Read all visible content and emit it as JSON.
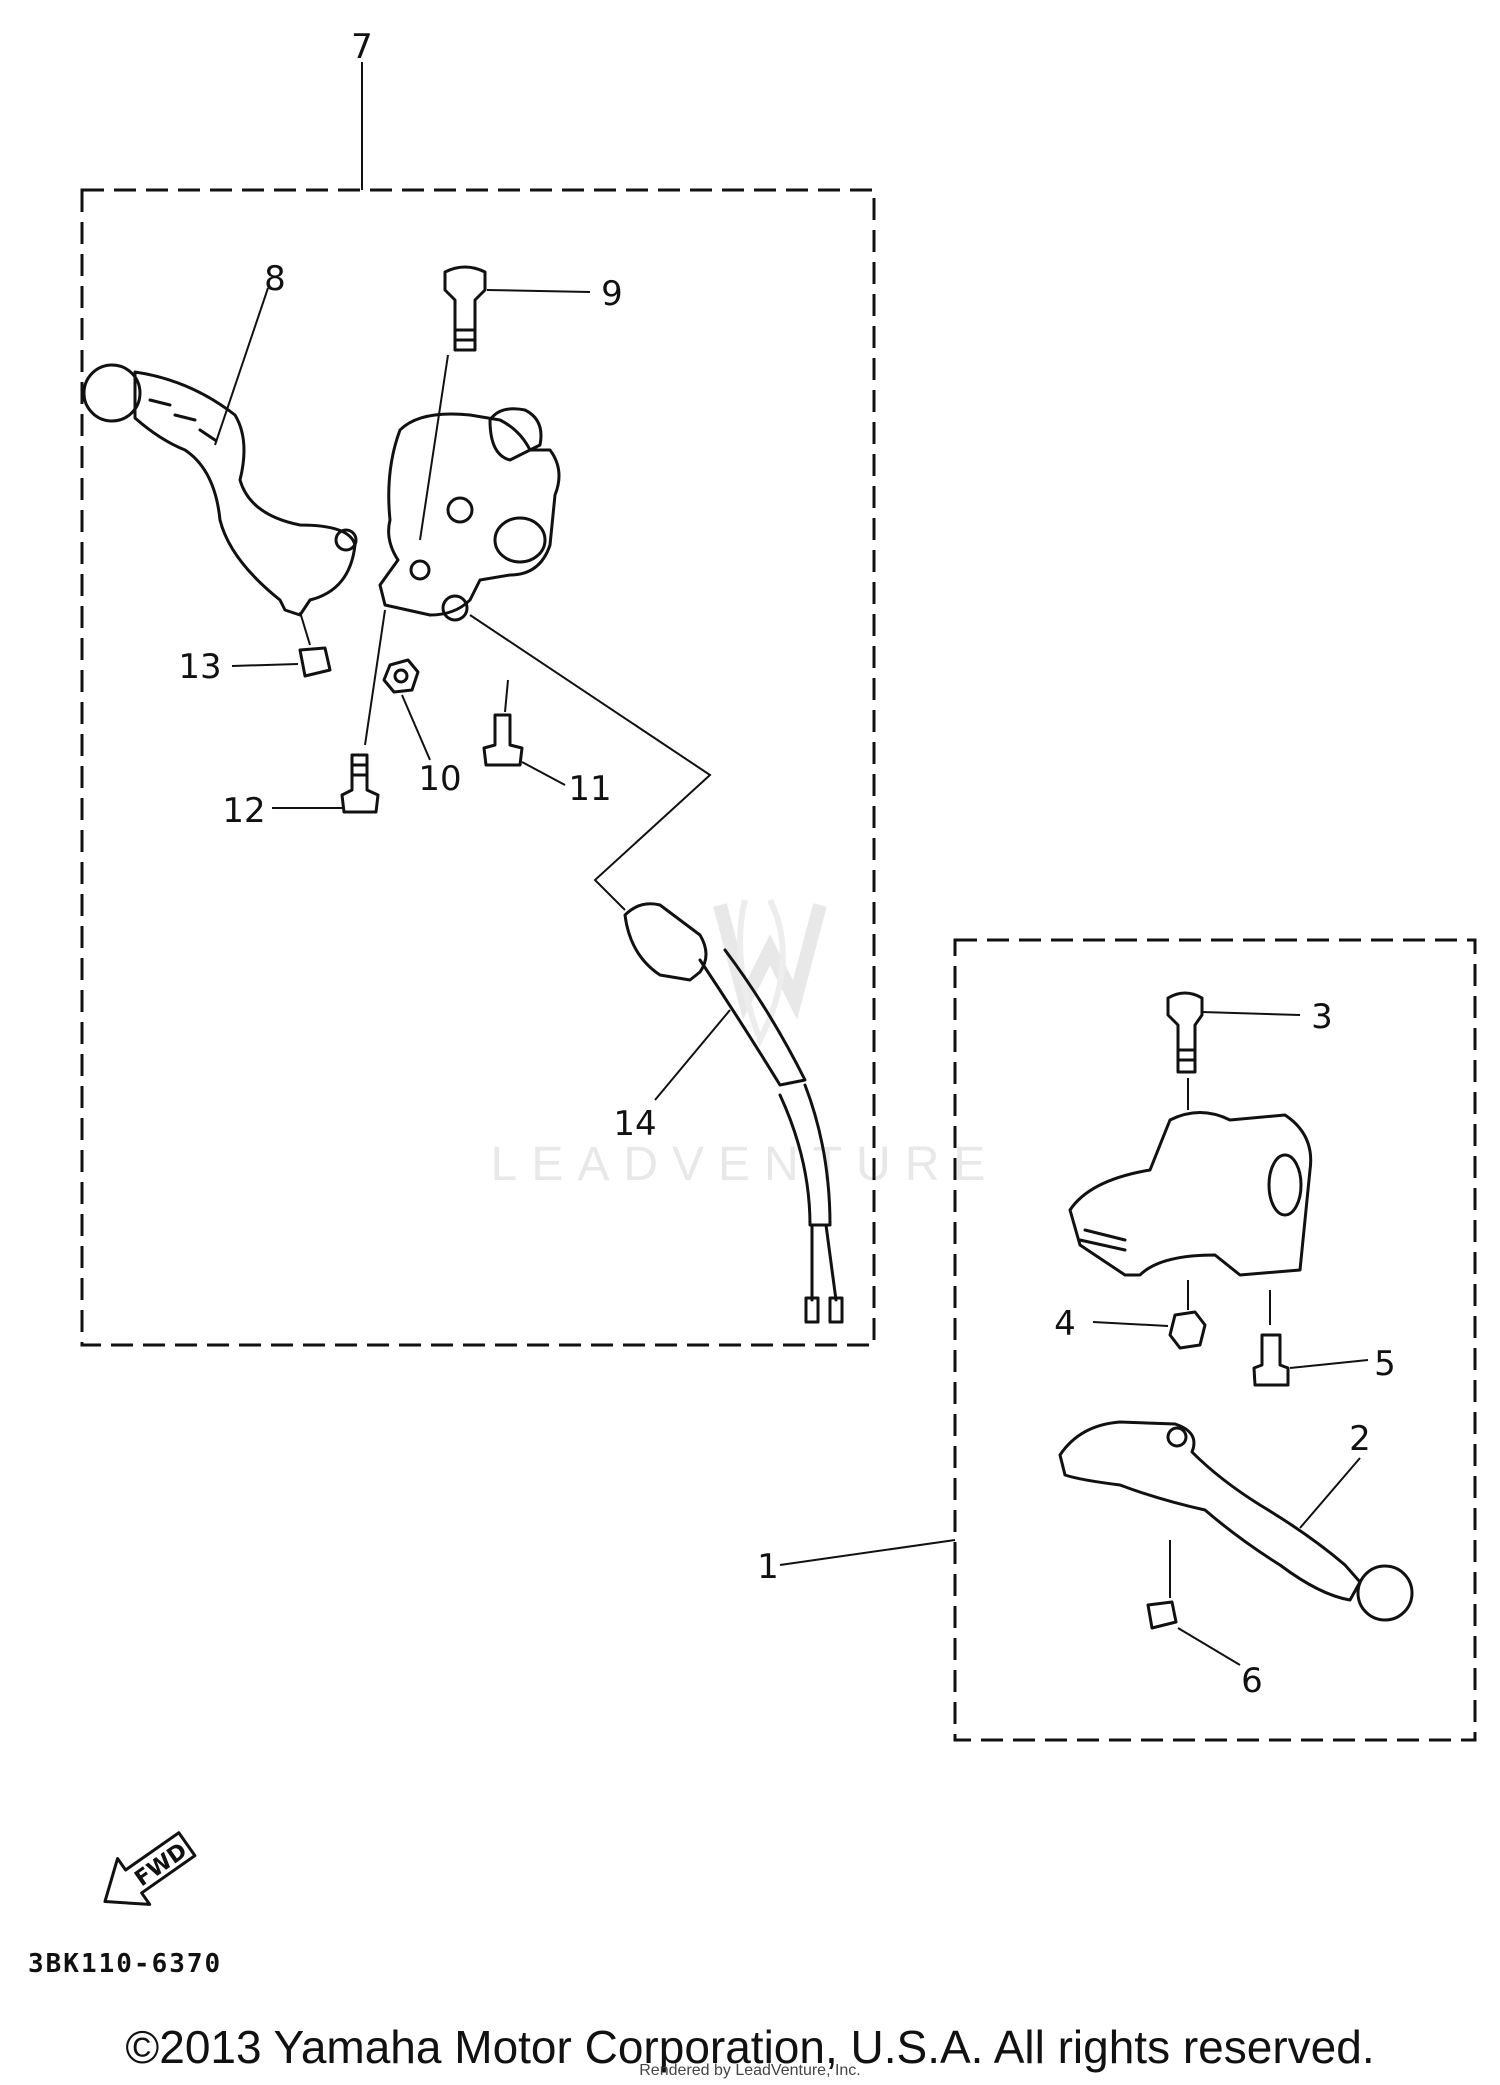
{
  "watermark": {
    "brand": "LEADVENTURE"
  },
  "callouts": {
    "c1": "1",
    "c2": "2",
    "c3": "3",
    "c4": "4",
    "c5": "5",
    "c6": "6",
    "c7": "7",
    "c8": "8",
    "c9": "9",
    "c10": "10",
    "c11": "11",
    "c12": "12",
    "c13": "13",
    "c14": "14"
  },
  "fwd_label": "FWD",
  "drawing_code": "3BK110-6370",
  "footer": {
    "copyright": "©2013 Yamaha Motor Corporation, U.S.A. All rights reserved.",
    "rendered_by": "Rendered by LeadVenture, Inc."
  }
}
